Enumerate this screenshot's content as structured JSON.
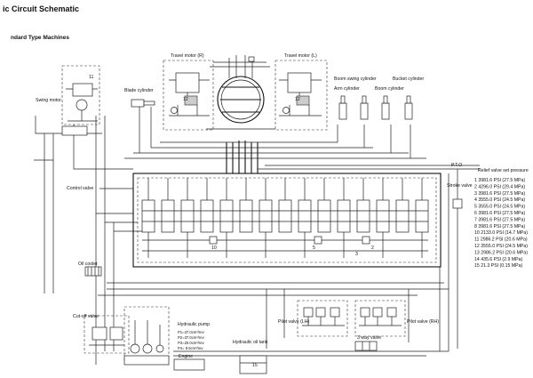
{
  "title": "ic Circuit Schematic",
  "subtitle": "ndard Type Machines",
  "labels": {
    "travel_motor_r": "Travel motor (R)",
    "travel_motor_l": "Travel motor (L)",
    "blade_cylinder": "Blade cylinder",
    "boom_swing_cylinder": "Boom swing cylinder",
    "bucket_cylinder": "Bucket cylinder",
    "arm_cylinder": "Arm cylinder",
    "boom_cylinder": "Boom cylinder",
    "swing_motor": "Swing motor",
    "control_valve": "Control valve",
    "oil_cooler": "Oil cooler",
    "cut_off_valve": "Cut-off valve",
    "hydraulic_pump": "Hydraulic pump",
    "engine": "Engine",
    "hydraulic_oil_tank": "Hydraulic oil tank",
    "pilot_valve_lh": "Pilot valve (LH)",
    "pilot_valve_rh": "Pilot valve (RH)",
    "three_way_valve": "3 way valve",
    "pto": "P.T.O",
    "stroke_valve": "Stroke valve"
  },
  "pump_specs": [
    "P1=37.0cm³/rev",
    "P2=37.0cm³/rev",
    "P3=20.0cm³/rev",
    "P4= 8.5cm³/rev"
  ],
  "node_numbers": [
    "12",
    "12",
    "11",
    "10",
    "5",
    "3",
    "2",
    "15"
  ],
  "relief_table": {
    "title": "Relief valve set pressure",
    "rows": [
      "1  3981.6 PSI (27.5 MPa)",
      "2  4296.0 PSI (29.4 MPa)",
      "3  3981.6 PSI (27.5 MPa)",
      "4  3555.0 PSI (24.5 MPa)",
      "5  3555.0 PSI (24.5 MPa)",
      "6  3981.6 PSI (27.5 MPa)",
      "7  3981.6 PSI (27.5 MPa)",
      "8  3981.6 PSI (27.5 MPa)",
      "10 2133.0 PSI (14.7 MPa)",
      "11 2986.2 PSI (20.6 MPa)",
      "12 3555.0 PSI (24.5 MPa)",
      "13 2986.2 PSI (20.6 MPa)",
      "14 435.6 PSI (2.9 MPa)",
      "15 21.3 PSI (0.15 MPa)"
    ]
  }
}
